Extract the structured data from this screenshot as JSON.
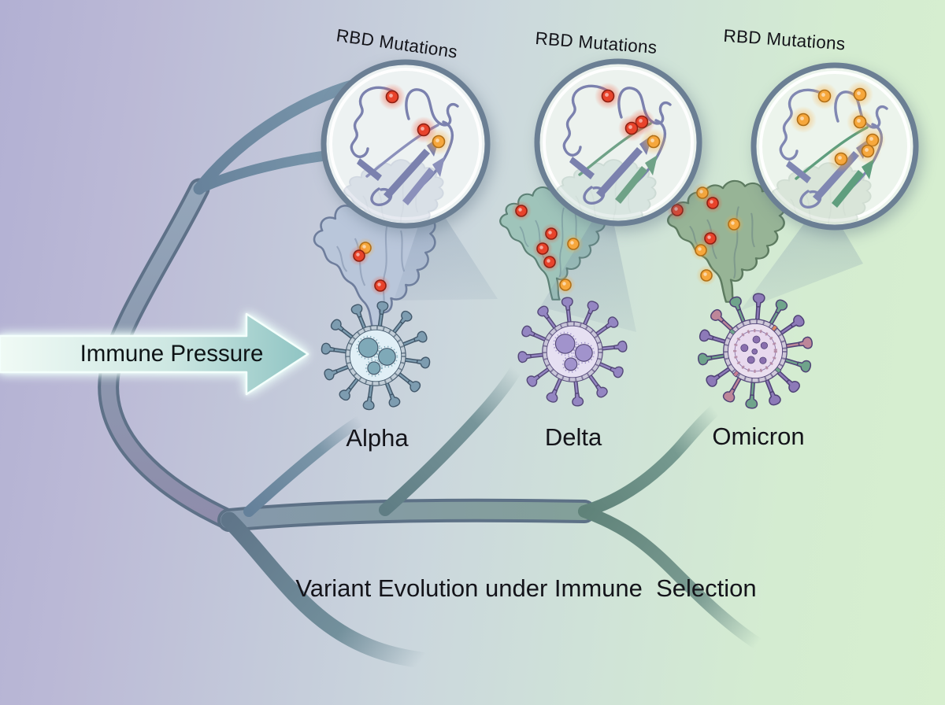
{
  "caption": "Variant Evolution under Immune  Selection",
  "immune_pressure": {
    "label": "Immune Pressure"
  },
  "variants": [
    {
      "name": "Alpha",
      "rbd_label": "RBD Mutations",
      "circle_mutations": {
        "red": 2,
        "orange": 1
      },
      "spike_mutations": {
        "red": 2,
        "orange": 1
      },
      "colors": {
        "spike_protein": "#b9c6da",
        "spike_outline": "#6e7d9c",
        "virus_body": "#e0eff6",
        "virus_ring": "#c2ced8",
        "virus_spikes": [
          "#7d9cb0"
        ],
        "outline": "#42586b",
        "capsid": "#7fa9b8"
      }
    },
    {
      "name": "Delta",
      "rbd_label": "RBD Mutations",
      "circle_mutations": {
        "red": 3,
        "orange": 1
      },
      "spike_mutations": {
        "red": 4,
        "orange": 2
      },
      "colors": {
        "spike_protein": "#9fc4ba",
        "spike_outline": "#5d8176",
        "virus_body": "#e6e0f2",
        "virus_ring": "#c9c6d9",
        "virus_spikes": [
          "#9486c2"
        ],
        "outline": "#544878",
        "capsid": "#a193cc"
      }
    },
    {
      "name": "Omicron",
      "rbd_label": "RBD Mutations",
      "circle_mutations": {
        "red": 0,
        "orange": 7
      },
      "spike_mutations": {
        "red": 3,
        "orange": 4
      },
      "colors": {
        "spike_protein": "#97b496",
        "spike_outline": "#5d7b60",
        "virus_body": "#eadfef",
        "virus_ring": "#cfc9d9",
        "virus_spikes": [
          "#8d7ab8",
          "#6fa48b",
          "#8d7ab8",
          "#bd8699",
          "#6fa48b",
          "#8d7ab8",
          "#8d7ab8",
          "#6fa48b",
          "#bd8699",
          "#8d7ab8",
          "#6fa48b",
          "#8d7ab8",
          "#bd8699",
          "#6fa48b"
        ],
        "outline": "#4f4276",
        "capsid": "#8a6fae"
      }
    }
  ],
  "mutation_colors": {
    "red": "#e8432b",
    "orange": "#f6a73c"
  },
  "background": {
    "left": "#b2b0d3",
    "middle": "#c7d2dd",
    "right": "#d7efcf"
  },
  "branch_color": "#7b93a8",
  "arrow_colors": {
    "start": "#f0faf5",
    "mid": "#cde7e2",
    "end": "#8fc4c3"
  }
}
